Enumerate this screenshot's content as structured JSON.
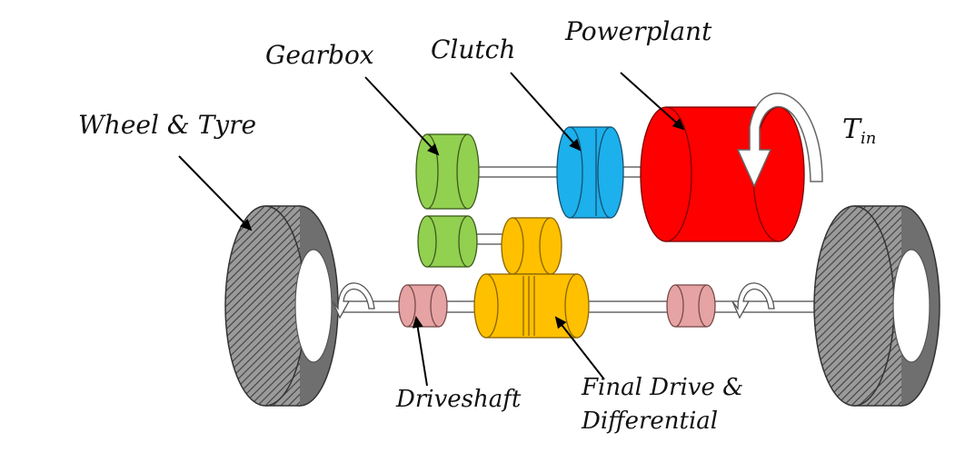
{
  "labels": {
    "gearbox": "Gearbox",
    "clutch": "Clutch",
    "powerplant": "Powerplant",
    "wheel_tyre": "Wheel & Tyre",
    "torque_main": "T",
    "torque_sub": "in",
    "driveshaft": "Driveshaft",
    "final_drive_line1": "Final Drive &",
    "final_drive_line2": "Differential"
  },
  "colors": {
    "gearbox": "#92d050",
    "clutch": "#1cb0ec",
    "powerplant": "#ff0000",
    "final_drive": "#ffc000",
    "driveshaft": "#e6a3a3",
    "tyre": "#808080",
    "shaft": "#ffffff"
  }
}
